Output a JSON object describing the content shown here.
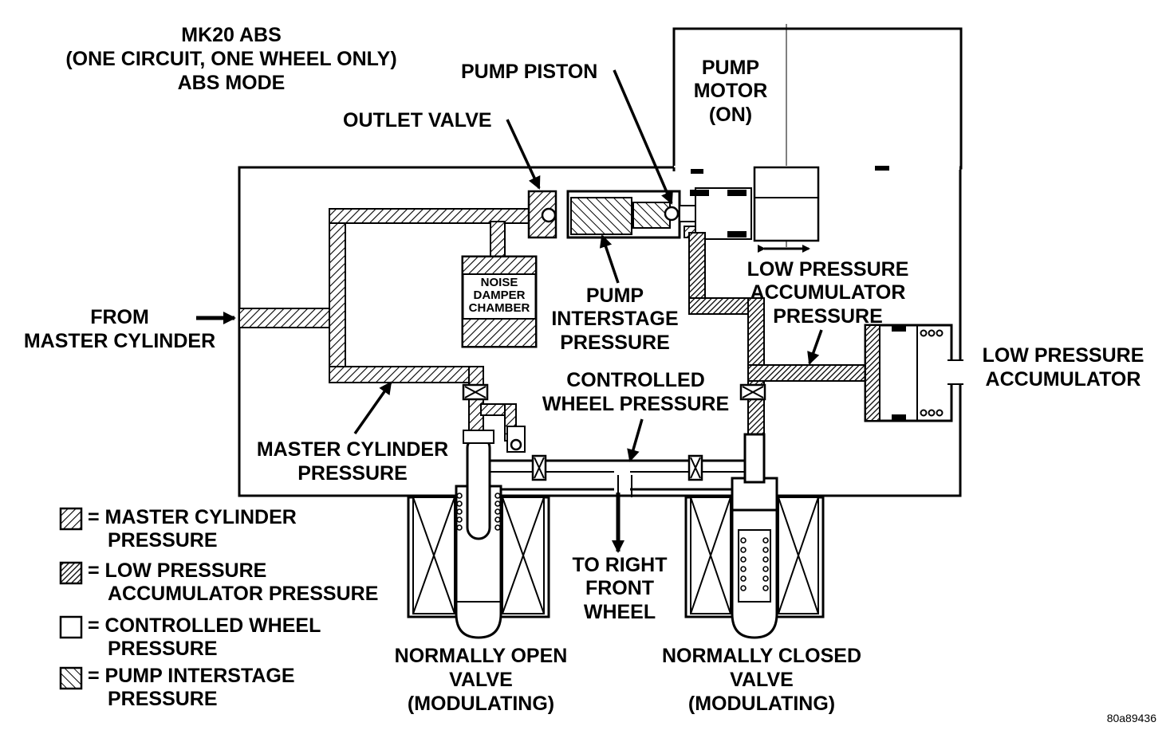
{
  "title": {
    "line1": "MK20 ABS",
    "line2": "(ONE CIRCUIT, ONE WHEEL ONLY)",
    "line3": "ABS MODE"
  },
  "labels": {
    "pump_piston": "PUMP PISTON",
    "pump_motor": [
      "PUMP",
      "MOTOR",
      "(ON)"
    ],
    "outlet_valve": "OUTLET VALVE",
    "noise_damper": [
      "NOISE",
      "DAMPER",
      "CHAMBER"
    ],
    "pump_interstage": [
      "PUMP",
      "INTERSTAGE",
      "PRESSURE"
    ],
    "low_pressure_accumulator_pressure": [
      "LOW PRESSURE",
      "ACCUMULATOR",
      "PRESSURE"
    ],
    "low_pressure_accumulator": [
      "LOW PRESSURE",
      "ACCUMULATOR"
    ],
    "from_master_cylinder": [
      "FROM",
      "MASTER CYLINDER"
    ],
    "controlled_wheel_pressure": [
      "CONTROLLED",
      "WHEEL PRESSURE"
    ],
    "master_cylinder_pressure": [
      "MASTER CYLINDER",
      "PRESSURE"
    ],
    "to_right_front_wheel": [
      "TO RIGHT",
      "FRONT",
      "WHEEL"
    ],
    "normally_open_valve": [
      "NORMALLY OPEN",
      "VALVE",
      "(MODULATING)"
    ],
    "normally_closed_valve": [
      "NORMALLY CLOSED",
      "VALVE",
      "(MODULATING)"
    ]
  },
  "legend": [
    {
      "pattern": "hatch-light",
      "lines": [
        "= MASTER CYLINDER",
        "PRESSURE"
      ]
    },
    {
      "pattern": "hatch-dense",
      "lines": [
        "= LOW PRESSURE",
        "ACCUMULATOR PRESSURE"
      ]
    },
    {
      "pattern": "blank",
      "lines": [
        "= CONTROLLED WHEEL",
        "PRESSURE"
      ]
    },
    {
      "pattern": "hatch-reverse",
      "lines": [
        "= PUMP INTERSTAGE",
        "PRESSURE"
      ]
    }
  ],
  "figure_id": "80a89436"
}
